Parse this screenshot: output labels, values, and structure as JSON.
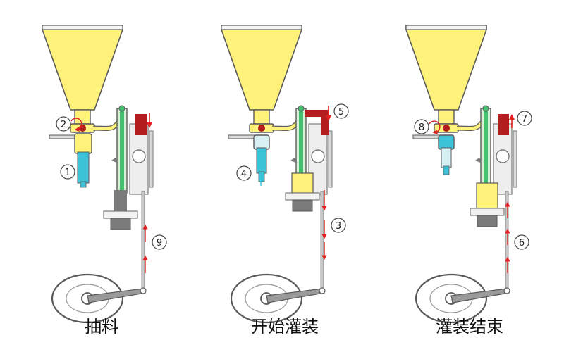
{
  "stages": [
    {
      "caption": "抽料",
      "markers": [
        "1",
        "2",
        "9"
      ]
    },
    {
      "caption": "开始灌装",
      "markers": [
        "3",
        "4",
        "5"
      ]
    },
    {
      "caption": "灌装结束",
      "markers": [
        "6",
        "7",
        "8"
      ]
    }
  ],
  "colors": {
    "product": "#fff27a",
    "outline": "#5a5a5a",
    "piston_green": "#44c06e",
    "nozzle_cyan": "#3cc3d8",
    "valve_red": "#b41e1e",
    "arrow": "#e02020",
    "metal": "#d9d9d9",
    "dark_metal": "#7a7a7a"
  }
}
